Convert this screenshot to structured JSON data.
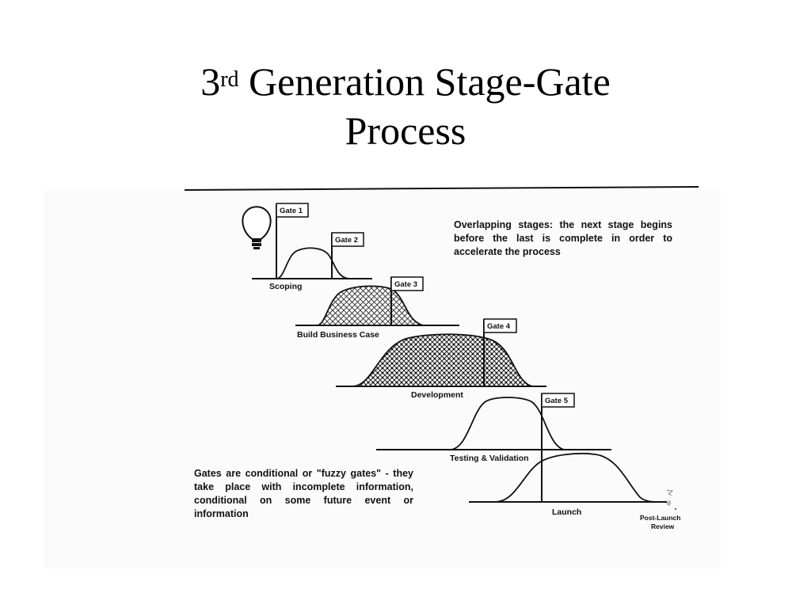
{
  "title": {
    "prefix": "3",
    "superscript": "rd",
    "line1_rest": " Generation Stage-Gate",
    "line2": "Process"
  },
  "diagram": {
    "gates": [
      "Gate 1",
      "Gate 2",
      "Gate 3",
      "Gate 4",
      "Gate 5"
    ],
    "stages": [
      "Scoping",
      "Build Business Case",
      "Development",
      "Testing & Validation",
      "Launch"
    ],
    "post_launch_line1": "Post-Launch",
    "post_launch_line2": "Review",
    "note_overlap": "Overlapping stages: the next stage begins before the last is complete in order to accelerate the process",
    "note_gates": "Gates are conditional or \"fuzzy gates\" - they take place with incomplete information, conditional on some future event or information"
  },
  "icons": {
    "idea": "lightbulb-icon",
    "review": "review-icon"
  }
}
